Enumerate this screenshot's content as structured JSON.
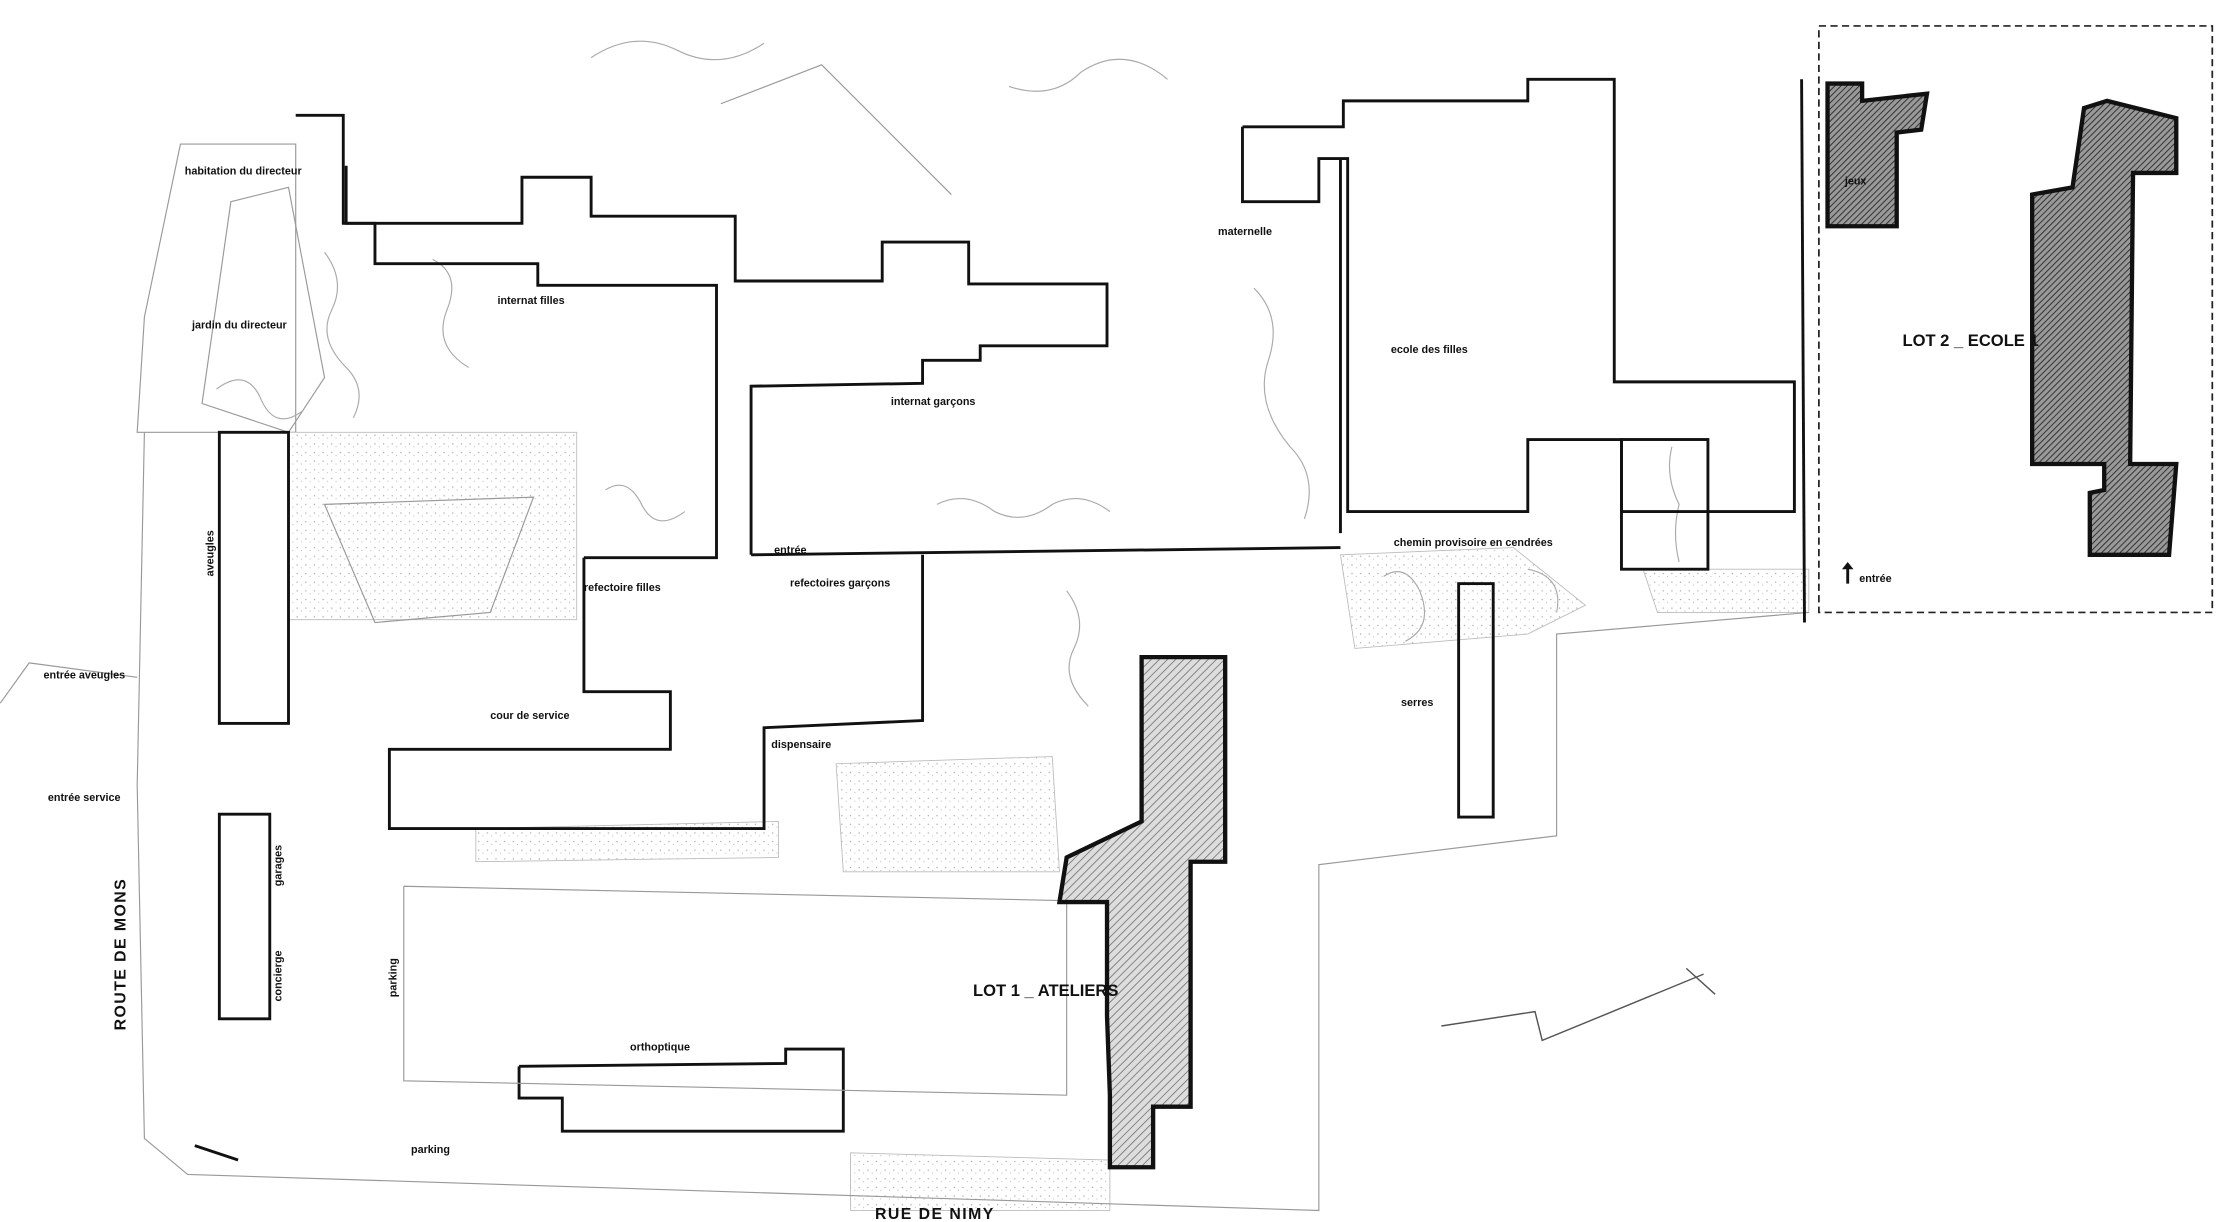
{
  "plan": {
    "labels": {
      "habitation_directeur": "habitation du directeur",
      "jardin_directeur": "jardin du directeur",
      "internat_filles": "internat filles",
      "maternelle": "maternelle",
      "internat_garcons": "internat garçons",
      "ecole_filles": "ecole des filles",
      "aveugles": "aveugles",
      "entree_aveugles": "entrée aveugles",
      "entree": "entrée",
      "refectoire_filles": "refectoire filles",
      "refectoires_garcons": "refectoires garçons",
      "chemin": "chemin provisoire en cendrées",
      "serres": "serres",
      "cour_service": "cour de service",
      "dispensaire": "dispensaire",
      "entree_service": "entrée service",
      "garages": "garages",
      "concierge": "concierge",
      "parking_1": "parking",
      "parking_2": "parking",
      "orthoptique": "orthoptique",
      "jeux": "jeux",
      "entree_lot2": "entrée"
    },
    "streets": {
      "route_de_mons": "ROUTE DE MONS",
      "rue_de_nimy": "RUE DE NIMY"
    },
    "lots": {
      "lot1": "LOT 1 _ ATELIERS",
      "lot2": "LOT 2 _ ECOLE 1"
    },
    "colors": {
      "ink": "#111111",
      "hatch_lot1": "#777777",
      "hatch_lot2": "#444444"
    }
  }
}
